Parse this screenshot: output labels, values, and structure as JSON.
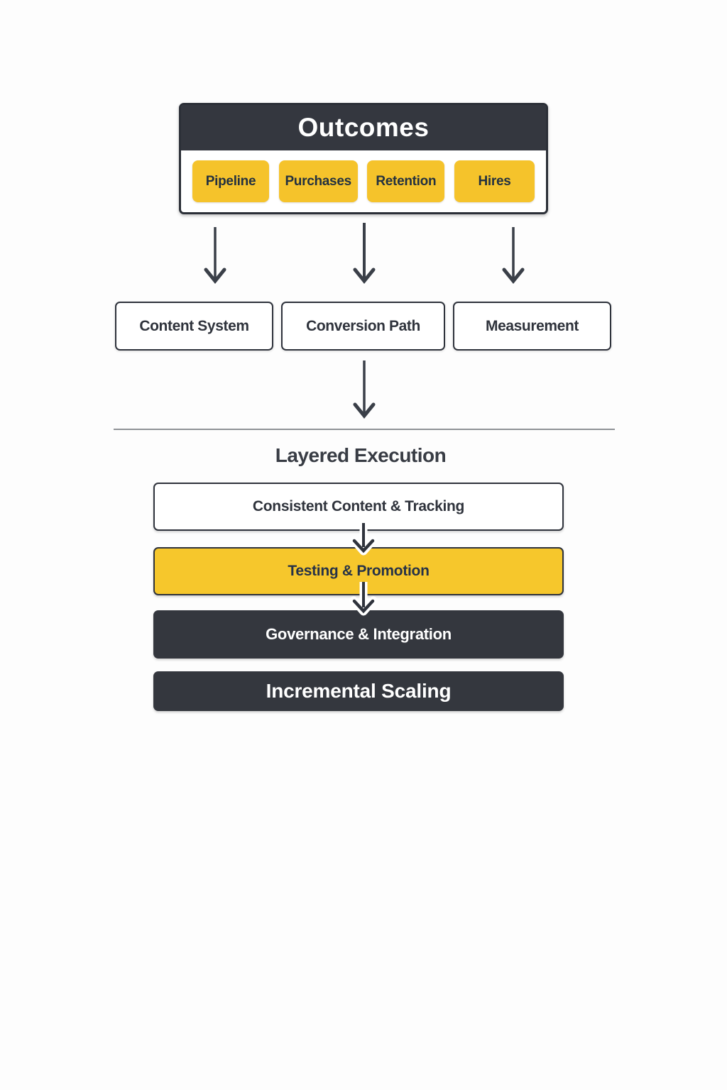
{
  "palette": {
    "dark": "#34373F",
    "yellow": "#F5C32B",
    "layer_yellow": "#F6C72C",
    "arrow": "#3A3F48",
    "navy_text": "#233140",
    "box_text": "#2F333C",
    "divider": "#8F9296",
    "white": "#FFFFFF"
  },
  "outcomes": {
    "title": "Outcomes",
    "chips": [
      "Pipeline",
      "Purchases",
      "Retention",
      "Hires"
    ]
  },
  "systems": [
    {
      "label": "Content System"
    },
    {
      "label": "Conversion Path"
    },
    {
      "label": "Measurement"
    }
  ],
  "execution": {
    "title": "Layered Execution",
    "layers": [
      {
        "label": "Consistent Content & Tracking"
      },
      {
        "label": "Testing & Promotion"
      },
      {
        "label": "Governance & Integration"
      },
      {
        "label": "Incremental Scaling"
      }
    ]
  }
}
